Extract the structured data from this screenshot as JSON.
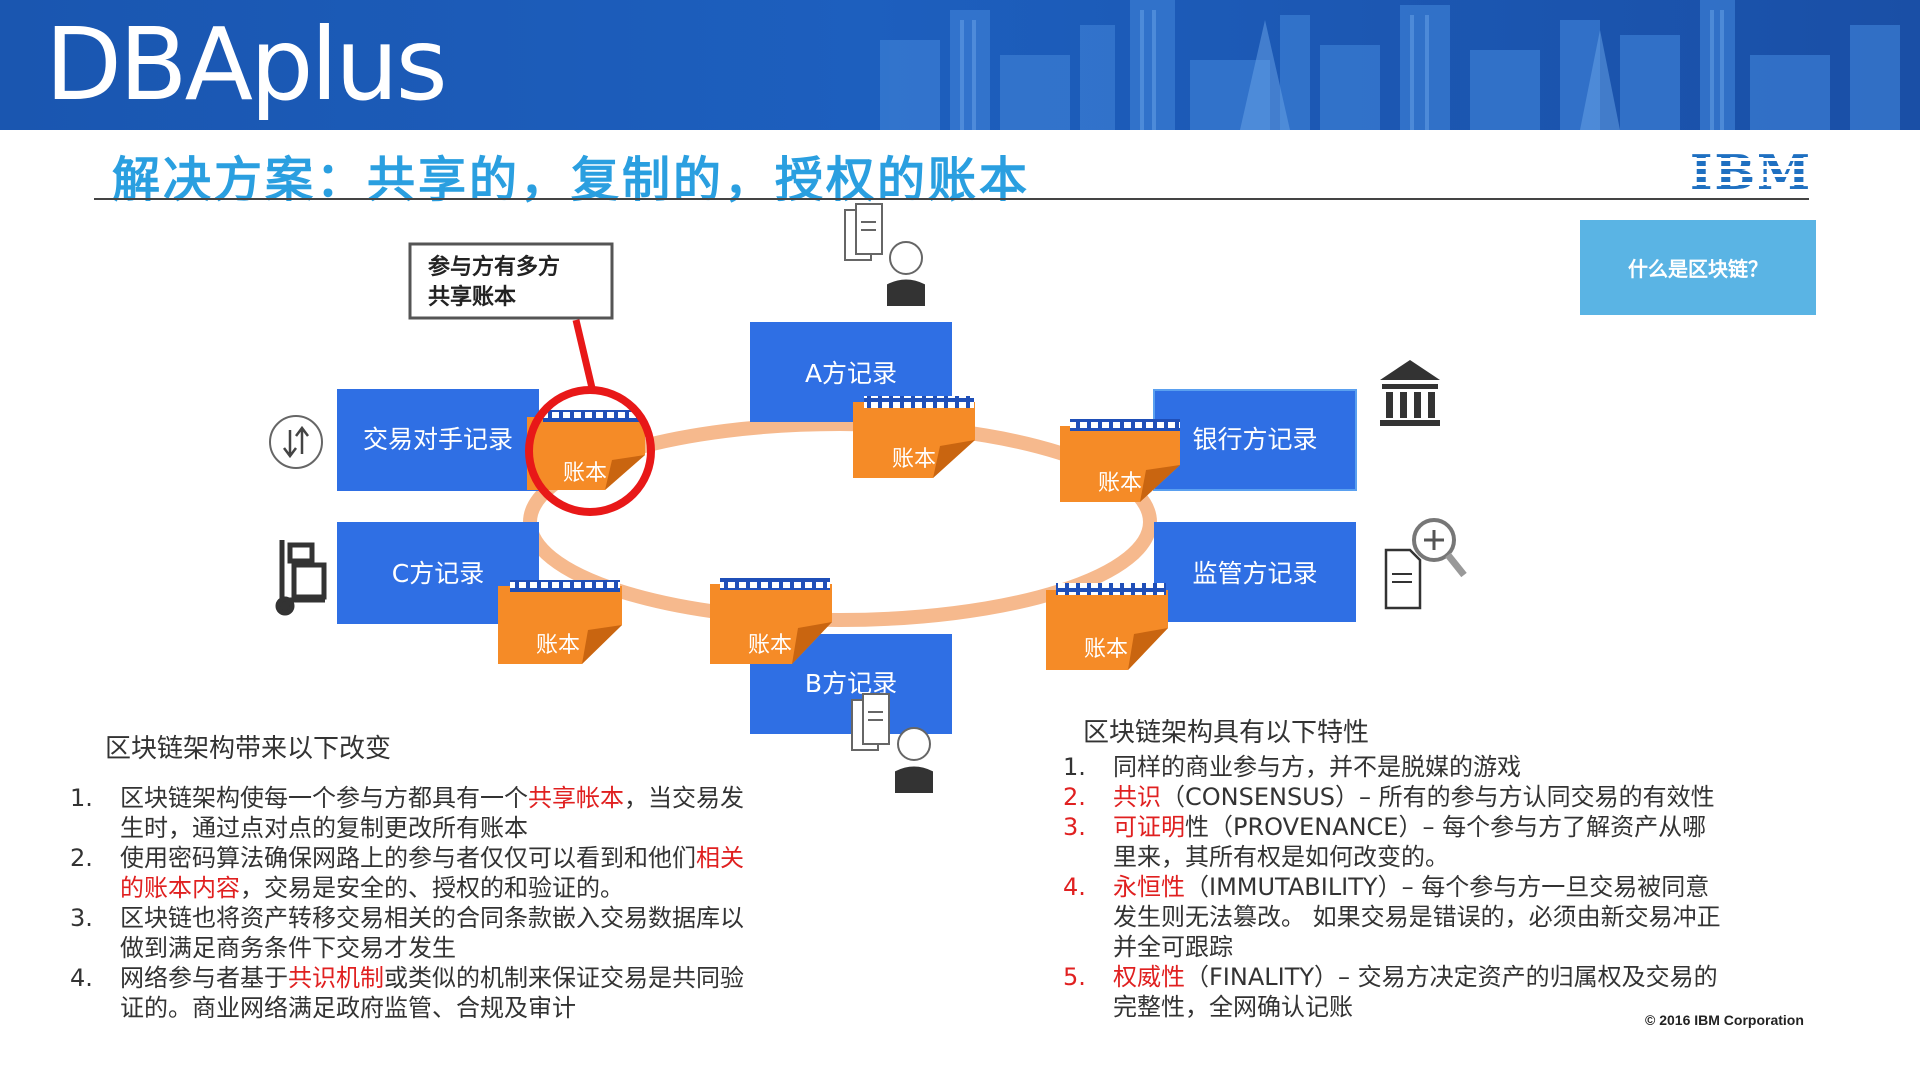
{
  "brand": {
    "logo_text": "DBAplus"
  },
  "slide": {
    "title": "解决方案：共享的，复制的，授权的账本",
    "company": "IBM",
    "what_is_button": "什么是区块链？",
    "copyright": "© 2016 IBM Corporation"
  },
  "diagram": {
    "callout": {
      "line1": "参与方有多方",
      "line2": "共享账本"
    },
    "records": {
      "a": "A方记录",
      "b": "B方记录",
      "c": "C方记录",
      "counterparty": "交易对手记录",
      "bank": "银行方记录",
      "regulator": "监管方记录"
    },
    "ledger_label": "账本",
    "colors": {
      "record_blue": "#2f6fe4",
      "ledger_orange": "#f58b27",
      "ring": "#f6b98d",
      "highlight": "#e81818"
    },
    "icons": [
      "document-person-icon",
      "swap-icon",
      "bank-icon",
      "hand-truck-icon",
      "magnify-document-icon"
    ]
  },
  "left_list": {
    "heading": "区块链架构带来以下改变",
    "items": [
      {
        "num": "1.",
        "pre": "区块链架构使每一个参与方都具有一个",
        "hl": "共享帐本",
        "post": "，当交易发",
        "line2_hl": "",
        "line2": "生时，通过点对点的复制更改所有账本"
      },
      {
        "num": "2.",
        "pre": "使用密码算法确保网路上的参与者仅仅可以看到和他们",
        "hl": "相关",
        "post": "",
        "line2_hl": "的账本内容",
        "line2": "，交易是安全的、授权的和验证的。"
      },
      {
        "num": "3.",
        "pre": "区块链也将资产转移交易相关的合同条款嵌入交易数据库以",
        "hl": "",
        "post": "",
        "line2_hl": "",
        "line2": "做到满足商务条件下交易才发生"
      },
      {
        "num": "4.",
        "pre": "网络参与者基于",
        "hl": "共识机制",
        "post": "或类似的机制来保证交易是共同验",
        "line2_hl": "",
        "line2": "证的。商业网络满足政府监管、合规及审计"
      }
    ]
  },
  "right_list": {
    "heading": "区块链架构具有以下特性",
    "items": [
      {
        "num": "1.",
        "hl": "",
        "rest": "同样的商业参与方，并不是脱媒的游戏",
        "line2": "",
        "line3": ""
      },
      {
        "num": "2.",
        "hl": "共识",
        "rest": "（CONSENSUS）– 所有的参与方认同交易的有效性",
        "line2": "",
        "line3": ""
      },
      {
        "num": "3.",
        "hl": "可证明",
        "rest": "性（PROVENANCE）– 每个参与方了解资产从哪",
        "line2": "里来，其所有权是如何改变的。",
        "line3": ""
      },
      {
        "num": "4.",
        "hl": "永恒性",
        "rest": "（IMMUTABILITY）– 每个参与方一旦交易被同意",
        "line2": "发生则无法篡改。 如果交易是错误的，必须由新交易冲正",
        "line3": "并全可跟踪"
      },
      {
        "num": "5.",
        "hl": "权威性",
        "rest": "（FINALITY）– 交易方决定资产的归属权及交易的",
        "line2": "完整性，全网确认记账",
        "line3": ""
      }
    ]
  }
}
